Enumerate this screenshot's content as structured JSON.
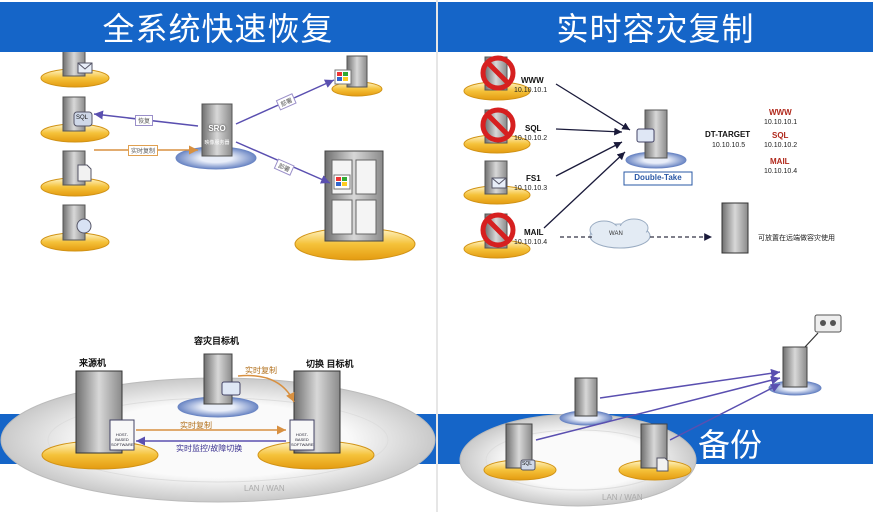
{
  "panels": {
    "top_left_title": "全系统快速恢复",
    "top_right_title": "实时容灾复制",
    "bottom_right_title_fragment": "备份"
  },
  "top_left": {
    "sro_label": "SRO",
    "sro_sub": "映像服务器",
    "arrow_restore": "恢复",
    "arrow_realtime_copy": "实时复制",
    "arrow_deploy_1": "部署",
    "arrow_deploy_2": "部署",
    "sql_tag": "SQL"
  },
  "top_right": {
    "sources": [
      {
        "name": "WWW",
        "ip": "10.10.10.1"
      },
      {
        "name": "SQL",
        "ip": "10.10.10.2"
      },
      {
        "name": "FS1",
        "ip": "10.10.10.3"
      },
      {
        "name": "MAIL",
        "ip": "10.10.10.4"
      }
    ],
    "target_name": "DT-TARGET",
    "target_ip": "10.10.10.5",
    "replicas": [
      {
        "name": "WWW",
        "ip": "10.10.10.1"
      },
      {
        "name": "SQL",
        "ip": "10.10.10.2"
      },
      {
        "name": "MAIL",
        "ip": "10.10.10.4"
      }
    ],
    "brand": "Double-Take",
    "wan_label": "WAN",
    "remote_note": "可放置在远端做容灾使用"
  },
  "bottom_left": {
    "source_label": "来源机",
    "dr_target_label": "容灾目标机",
    "switch_target_label": "切换 目标机",
    "realtime_copy_top": "实时复制",
    "realtime_copy_mid": "实时复制",
    "monitor_failover": "实时监控/故障切换",
    "host_badge": "HOST-BASED SOFTWARE",
    "lan_wan": "LAN / WAN"
  },
  "bottom_right": {
    "lan_wan": "LAN / WAN",
    "sql_tag": "SQL"
  },
  "colors": {
    "banner": "#1565c8",
    "arrow_purple": "#6a5acd",
    "arrow_orange": "#e0a050",
    "disc_orange": "#f2b21a",
    "disc_blue": "#6b86c4"
  }
}
